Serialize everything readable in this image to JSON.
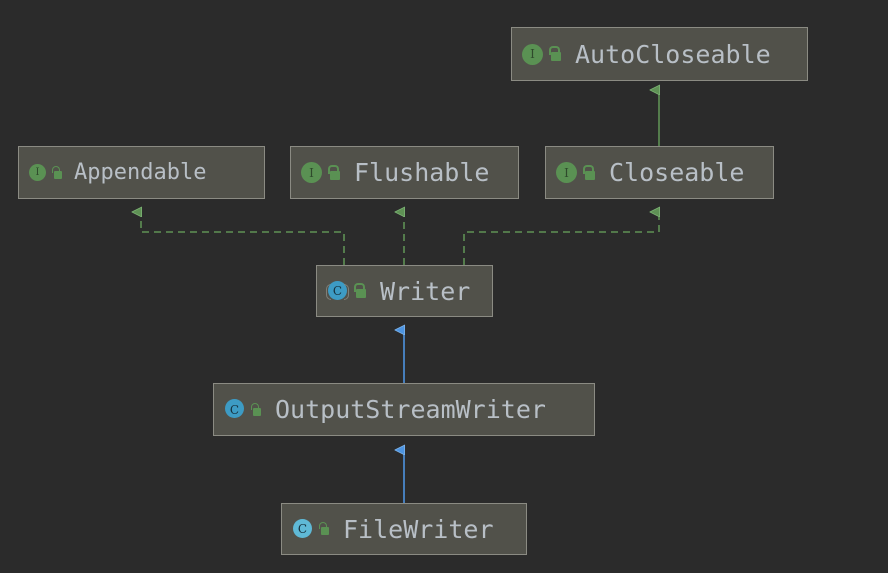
{
  "diagram": {
    "type": "uml-class-hierarchy",
    "background_color": "#2b2b2b",
    "node_fill_color": "#51514a",
    "node_border_color": "#8b8b83",
    "label_color": "#b8bfc6",
    "interface_icon_color": "#5a9153",
    "class_icon_color": "#3d9bc4",
    "implements_edge_color": "#5f9155",
    "extends_edge_color": "#5f9155",
    "subclass_edge_color": "#4d94e0",
    "nodes": [
      {
        "id": "autocloseable",
        "label": "AutoCloseable",
        "kind": "interface",
        "kind_glyph": "I",
        "visibility": "public",
        "visibility_icon": "unlocked-padlock-icon"
      },
      {
        "id": "appendable",
        "label": "Appendable",
        "kind": "interface",
        "kind_glyph": "I",
        "visibility": "public",
        "visibility_icon": "unlocked-padlock-icon"
      },
      {
        "id": "flushable",
        "label": "Flushable",
        "kind": "interface",
        "kind_glyph": "I",
        "visibility": "public",
        "visibility_icon": "unlocked-padlock-icon"
      },
      {
        "id": "closeable",
        "label": "Closeable",
        "kind": "interface",
        "kind_glyph": "I",
        "visibility": "public",
        "visibility_icon": "unlocked-padlock-icon"
      },
      {
        "id": "writer",
        "label": "Writer",
        "kind": "class",
        "kind_glyph": "C",
        "visibility": "public",
        "visibility_icon": "unlocked-padlock-icon"
      },
      {
        "id": "outputstreamwriter",
        "label": "OutputStreamWriter",
        "kind": "class",
        "kind_glyph": "C",
        "visibility": "public",
        "visibility_icon": "unlocked-padlock-icon"
      },
      {
        "id": "filewriter",
        "label": "FileWriter",
        "kind": "class",
        "kind_glyph": "C",
        "visibility": "public",
        "visibility_icon": "unlocked-padlock-icon"
      }
    ],
    "edges": [
      {
        "from": "closeable",
        "to": "autocloseable",
        "style": "solid",
        "relation": "extends",
        "color": "#5f9155"
      },
      {
        "from": "writer",
        "to": "appendable",
        "style": "dashed",
        "relation": "implements",
        "color": "#5f9155"
      },
      {
        "from": "writer",
        "to": "flushable",
        "style": "dashed",
        "relation": "implements",
        "color": "#5f9155"
      },
      {
        "from": "writer",
        "to": "closeable",
        "style": "dashed",
        "relation": "implements",
        "color": "#5f9155"
      },
      {
        "from": "outputstreamwriter",
        "to": "writer",
        "style": "solid",
        "relation": "extends",
        "color": "#4d94e0"
      },
      {
        "from": "filewriter",
        "to": "outputstreamwriter",
        "style": "solid",
        "relation": "extends",
        "color": "#4d94e0"
      }
    ]
  }
}
